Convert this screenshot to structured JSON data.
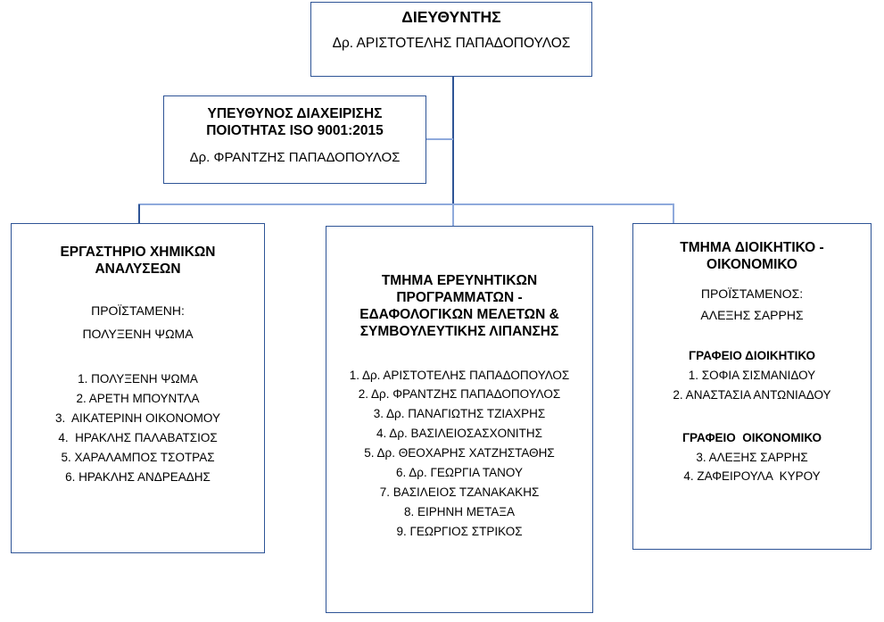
{
  "chart_data": {
    "type": "diagram",
    "title": "Organizational chart",
    "nodes": [
      {
        "id": "director",
        "title": "ΔΙΕΥΘΥΝΤΗΣ",
        "subtitle": "Δρ. ΑΡΙΣΤΟΤΕΛΗΣ ΠΑΠΑΔΟΠΟΥΛΟΣ"
      },
      {
        "id": "quality",
        "title": "ΥΠΕΥΘΥΝΟΣ ΔΙΑΧΕΙΡΙΣΗΣ ΠΟΙΟΤΗΤΑΣ ISO 9001:2015",
        "subtitle": "Δρ. ΦΡΑΝΤΖΗΣ ΠΑΠΑΔΟΠΟΥΛΟΣ"
      },
      {
        "id": "lab",
        "title": "ΕΡΓΑΣΤΗΡΙΟ ΧΗΜΙΚΩΝ ΑΝΑΛΥΣΕΩΝ",
        "role_label": "ΠΡΟΪΣΤΑΜΕΝΗ:",
        "role_name": "ΠΟΛΥΞΕΝΗ ΨΩΜΑ",
        "members": "1. ΠΟΛΥΞΕΝΗ ΨΩΜΑ\n2. ΑΡΕΤΗ ΜΠΟΥΝΤΛΑ\n3.  ΑΙΚΑΤΕΡΙΝΗ ΟΙΚΟΝΟΜΟΥ\n4.  ΗΡΑΚΛΗΣ ΠΑΛΑΒΑΤΣΙΟΣ\n5. ΧΑΡΑΛΑΜΠΟΣ ΤΣΟΤΡΑΣ\n6. ΗΡΑΚΛΗΣ ΑΝΔΡΕΑΔΗΣ"
      },
      {
        "id": "research",
        "title": "ΤΜΗΜΑ ΕΡΕΥΝΗΤΙΚΩΝ ΠΡΟΓΡΑΜΜΑΤΩΝ - ΕΔΑΦΟΛΟΓΙΚΩΝ ΜΕΛΕΤΩΝ & ΣΥΜΒΟΥΛΕΥΤΙΚΗΣ ΛΙΠΑΝΣΗΣ",
        "members": "1. Δρ. ΑΡΙΣΤΟΤΕΛΗΣ ΠΑΠΑΔΟΠΟΥΛΟΣ\n2. Δρ. ΦΡΑΝΤΖΗΣ ΠΑΠΑΔΟΠΟΥΛΟΣ\n3. Δρ. ΠΑΝΑΓΙΩΤΗΣ ΤΖΙΑΧΡΗΣ\n4. Δρ. ΒΑΣΙΛΕΙΟΣΑΣΧΟΝΙΤΗΣ\n5. Δρ. ΘΕΟΧΑΡΗΣ ΧΑΤΖΗΣΤΑΘΗΣ\n6. Δρ. ΓΕΩΡΓΙΑ ΤΑΝΟΥ\n7. ΒΑΣΙΛΕΙΟΣ ΤΖΑΝΑΚΑΚΗΣ\n8. ΕΙΡΗΝΗ ΜΕΤΑΞΑ\n9. ΓΕΩΡΓΙΟΣ ΣΤΡΙΚΟΣ"
      },
      {
        "id": "admin",
        "title": "ΤΜΗΜΑ ΔΙΟΙΚΗΤΙΚΟ - ΟΙΚΟΝΟΜΙΚΟ",
        "role_label": "ΠΡΟΪΣΤΑΜΕΝΟΣ:",
        "role_name": "ΑΛΕΞΗΣ ΣΑΡΡΗΣ",
        "section_1_title": "ΓΡΑΦΕΙΟ ΔΙΟΙΚΗΤΙΚΟ",
        "section_1_members": "1. ΣΟΦΙΑ ΣΙΣΜΑΝΙΔΟΥ\n2. ΑΝΑΣΤΑΣΙΑ ΑΝΤΩΝΙΑΔΟΥ",
        "section_2_title": "ΓΡΑΦΕΙΟ  ΟΙΚΟΝΟΜΙΚΟ",
        "section_2_members": "3. ΑΛΕΞΗΣ ΣΑΡΡΗΣ\n4. ΖΑΦΕΙΡΟΥΛΑ  ΚΥΡΟΥ"
      }
    ],
    "edges": [
      {
        "from": "director",
        "to": "quality"
      },
      {
        "from": "director",
        "to": "lab"
      },
      {
        "from": "director",
        "to": "research"
      },
      {
        "from": "director",
        "to": "admin"
      }
    ],
    "colors": {
      "box_border": "#2e5496",
      "connector_dark": "#2e5496",
      "connector_light": "#8faadc",
      "text": "#000000",
      "background": "#ffffff"
    }
  },
  "org": {
    "director": {
      "title": "ΔΙΕΥΘΥΝΤΗΣ",
      "subtitle": "Δρ. ΑΡΙΣΤΟΤΕΛΗΣ ΠΑΠΑΔΟΠΟΥΛΟΣ"
    },
    "quality": {
      "title_line1": "ΥΠΕΥΘΥΝΟΣ ΔΙΑΧΕΙΡΙΣΗΣ",
      "title_line2": "ΠΟΙΟΤΗΤΑΣ ISO 9001:2015",
      "subtitle": "Δρ. ΦΡΑΝΤΖΗΣ ΠΑΠΑΔΟΠΟΥΛΟΣ"
    },
    "lab": {
      "title_line1": "ΕΡΓΑΣΤΗΡΙΟ ΧΗΜΙΚΩΝ",
      "title_line2": "ΑΝΑΛΥΣΕΩΝ",
      "role_label": "ΠΡΟΪΣΤΑΜΕΝΗ:",
      "role_name": "ΠΟΛΥΞΕΝΗ ΨΩΜΑ",
      "members": "1. ΠΟΛΥΞΕΝΗ ΨΩΜΑ\n2. ΑΡΕΤΗ ΜΠΟΥΝΤΛΑ\n3.  ΑΙΚΑΤΕΡΙΝΗ ΟΙΚΟΝΟΜΟΥ\n4.  ΗΡΑΚΛΗΣ ΠΑΛΑΒΑΤΣΙΟΣ\n5. ΧΑΡΑΛΑΜΠΟΣ ΤΣΟΤΡΑΣ\n6. ΗΡΑΚΛΗΣ ΑΝΔΡΕΑΔΗΣ"
    },
    "research": {
      "title_line1": "ΤΜΗΜΑ ΕΡΕΥΝΗΤΙΚΩΝ",
      "title_line2": "ΠΡΟΓΡΑΜΜΑΤΩΝ -",
      "title_line3": "ΕΔΑΦΟΛΟΓΙΚΩΝ ΜΕΛΕΤΩΝ &",
      "title_line4": "ΣΥΜΒΟΥΛΕΥΤΙΚΗΣ ΛΙΠΑΝΣΗΣ",
      "members": "1. Δρ. ΑΡΙΣΤΟΤΕΛΗΣ ΠΑΠΑΔΟΠΟΥΛΟΣ\n2. Δρ. ΦΡΑΝΤΖΗΣ ΠΑΠΑΔΟΠΟΥΛΟΣ\n3. Δρ. ΠΑΝΑΓΙΩΤΗΣ ΤΖΙΑΧΡΗΣ\n4. Δρ. ΒΑΣΙΛΕΙΟΣΑΣΧΟΝΙΤΗΣ\n5. Δρ. ΘΕΟΧΑΡΗΣ ΧΑΤΖΗΣΤΑΘΗΣ\n6. Δρ. ΓΕΩΡΓΙΑ ΤΑΝΟΥ\n7. ΒΑΣΙΛΕΙΟΣ ΤΖΑΝΑΚΑΚΗΣ\n8. ΕΙΡΗΝΗ ΜΕΤΑΞΑ\n9. ΓΕΩΡΓΙΟΣ ΣΤΡΙΚΟΣ"
    },
    "admin": {
      "title_line1": "ΤΜΗΜΑ ΔΙΟΙΚΗΤΙΚΟ -",
      "title_line2": "ΟΙΚΟΝΟΜΙΚΟ",
      "role_label": "ΠΡΟΪΣΤΑΜΕΝΟΣ:",
      "role_name": "ΑΛΕΞΗΣ ΣΑΡΡΗΣ",
      "section_1_title": "ΓΡΑΦΕΙΟ ΔΙΟΙΚΗΤΙΚΟ",
      "section_1_members": "1. ΣΟΦΙΑ ΣΙΣΜΑΝΙΔΟΥ\n2. ΑΝΑΣΤΑΣΙΑ ΑΝΤΩΝΙΑΔΟΥ",
      "section_2_title": "ΓΡΑΦΕΙΟ  ΟΙΚΟΝΟΜΙΚΟ",
      "section_2_members": "3. ΑΛΕΞΗΣ ΣΑΡΡΗΣ\n4. ΖΑΦΕΙΡΟΥΛΑ  ΚΥΡΟΥ"
    }
  }
}
